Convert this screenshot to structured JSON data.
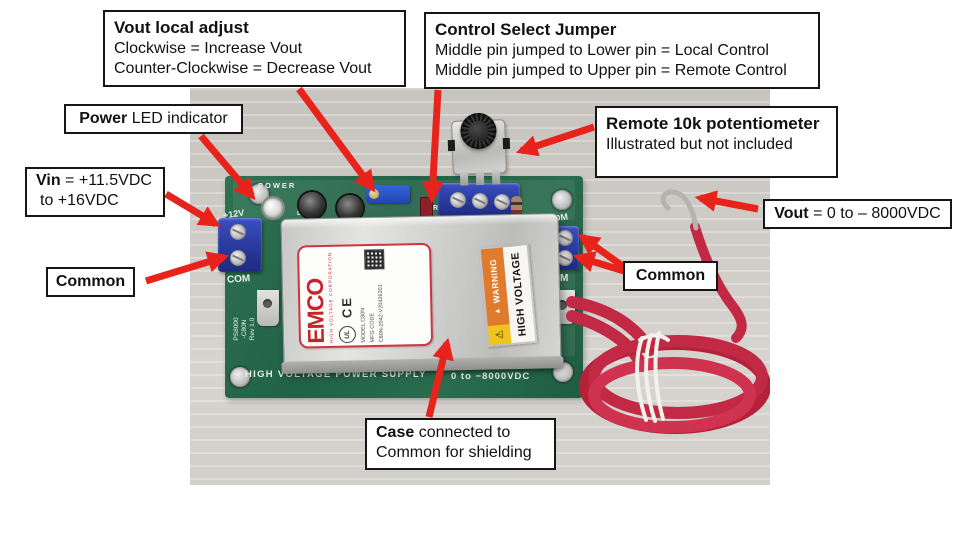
{
  "colors": {
    "arrow_red": "#e8231c",
    "pcb_green": "#2a6c4d",
    "terminal_blue": "#27379a",
    "wire_red": "#c22944",
    "case_silver": "#d0d0ce",
    "label_red": "#cf3540",
    "warning_orange": "#e07b2d",
    "warning_yellow": "#f2c21d",
    "photo_bg": "#cecbc6"
  },
  "callouts": {
    "vout_adjust": {
      "title": "Vout local adjust",
      "line1": "Clockwise = Increase Vout",
      "line2": "Counter-Clockwise = Decrease Vout"
    },
    "control_select": {
      "title": "Control Select Jumper",
      "line1": "Middle pin jumped to Lower pin = Local Control",
      "line2": "Middle pin jumped to Upper pin = Remote Control"
    },
    "power_led": {
      "bold": "Power",
      "rest": " LED indicator"
    },
    "vin": {
      "bold": "Vin",
      "rest": " = +11.5VDC",
      "line2": "to +16VDC"
    },
    "common_left": {
      "label": "Common"
    },
    "remote_pot": {
      "title": "Remote 10k potentiometer",
      "line1": "Illustrated but not included"
    },
    "vout": {
      "bold": "Vout",
      "rest": " = 0 to – 8000VDC"
    },
    "common_right": {
      "label": "Common"
    },
    "case_note": {
      "bold": "Case",
      "rest": " connected to",
      "line2": "Common for shielding"
    }
  },
  "board": {
    "silkscreen": {
      "power": "POWER",
      "vin": "+12V",
      "com_left": "COM",
      "d1": "D1",
      "r": "R",
      "com_right_top": "COM",
      "com_right_bottom": "COM",
      "title_left": "HIGH VOLTAGE POWER SUPPLY",
      "title_right": "0 to −8000VDC",
      "side_line1": "PS8000",
      "side_line2": "-C80N",
      "side_line3": "Rev 1.0"
    },
    "module_label": {
      "brand": "EMCO",
      "brand_sub": "HIGH VOLTAGE CORPORATION",
      "ul": "UL",
      "ce": "CE",
      "model": "MODEL  C80N",
      "mfg": "MFG CODE",
      "code": "C80N-2042-V20426201"
    },
    "warning": {
      "triangle": "⚠",
      "pointer": "▲",
      "warning": "WARNING",
      "high_voltage": "HIGH VOLTAGE"
    }
  }
}
